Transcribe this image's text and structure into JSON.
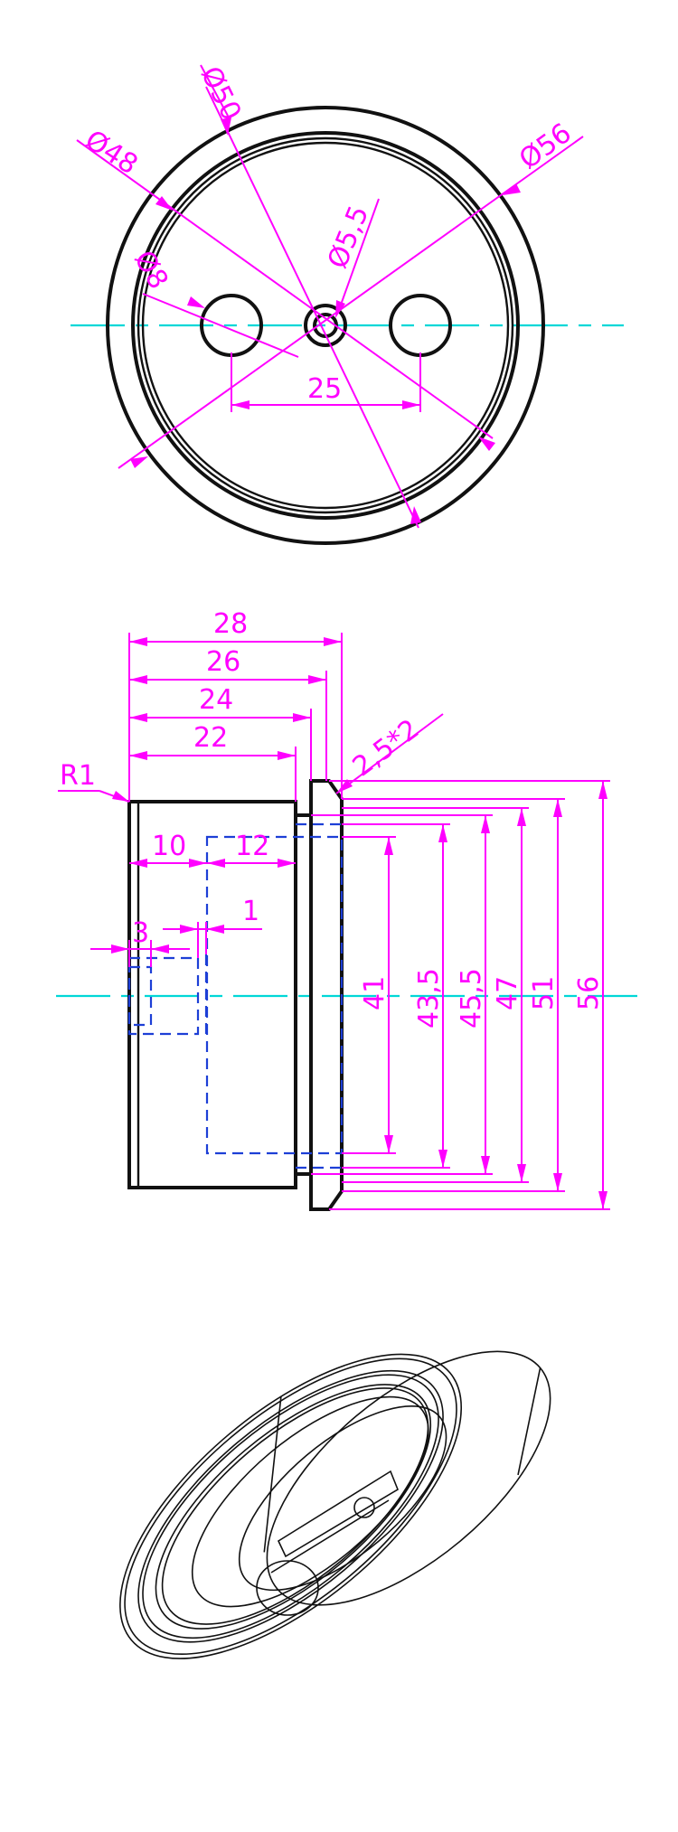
{
  "colors": {
    "background": "#ffffff",
    "object_line": "#111111",
    "dimension": "#ff00ff",
    "hidden_line": "#1d3fd6",
    "center_line": "#00d7d7"
  },
  "top_view": {
    "dim_d50": "Ø50",
    "dim_d48": "Ø48",
    "dim_d56": "Ø56",
    "dim_d5_5": "Ø5,5",
    "dim_d8": "Ø8",
    "dim_25": "25"
  },
  "side_view": {
    "dim_28": "28",
    "dim_26": "26",
    "dim_24": "24",
    "dim_22": "22",
    "dim_chamfer": "2,5*2",
    "dim_r1": "R1",
    "dim_10": "10",
    "dim_12": "12",
    "dim_1": "1",
    "dim_3": "3",
    "dim_41": "41",
    "dim_43_5": "43,5",
    "dim_45_5": "45,5",
    "dim_47": "47",
    "dim_51": "51",
    "dim_56": "56"
  }
}
